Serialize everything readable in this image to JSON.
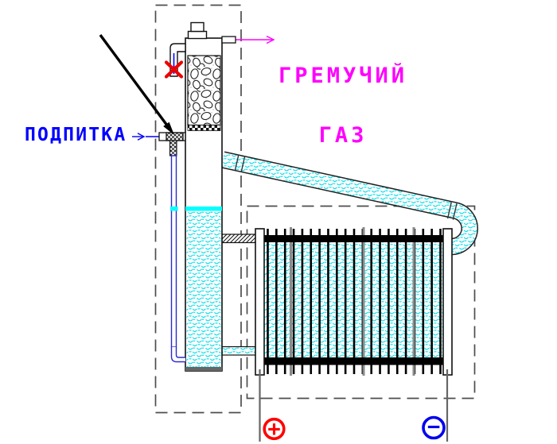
{
  "window": {
    "background": "#FFFFFF"
  },
  "labels": {
    "gas": {
      "line1": "ГРЕМУЧИЙ",
      "line2": "ГАЗ",
      "color": "#FF00FF"
    },
    "feed": {
      "text": "ПОДПИТКА",
      "color": "#0000FF"
    }
  },
  "terminals": {
    "positive": {
      "symbol": "+",
      "color": "#FF0000"
    },
    "negative": {
      "symbol": "−",
      "color": "#0000EE"
    }
  },
  "markers": {
    "blocked_cross_color": "#EE0000"
  },
  "colors": {
    "water_level": "#00FFFF",
    "water_texture": "#00DCE8",
    "outline": "#111111",
    "dashed_box": "#4D4D4D",
    "wire": "#666666",
    "annotation_arrow": "#000000"
  },
  "electrolyzer": {
    "plate_count": 21,
    "plate_first_x": 336.5,
    "plate_step": 10.85,
    "tie_rod_positions": [
      365.5,
      457,
      520
    ]
  }
}
